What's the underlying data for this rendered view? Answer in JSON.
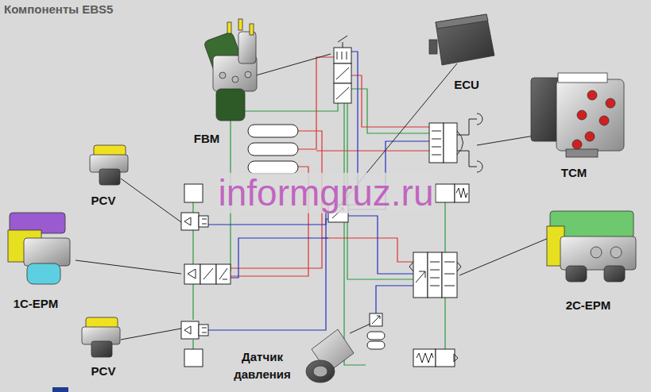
{
  "diagram": {
    "title": "Компоненты EBS5",
    "labels": [
      "FBM",
      "ECU",
      "TCM",
      "PCV",
      "1C-EPM",
      "2C-EPM",
      "PCV",
      "Датчик давления",
      "informgruz.ru"
    ]
  }
}
